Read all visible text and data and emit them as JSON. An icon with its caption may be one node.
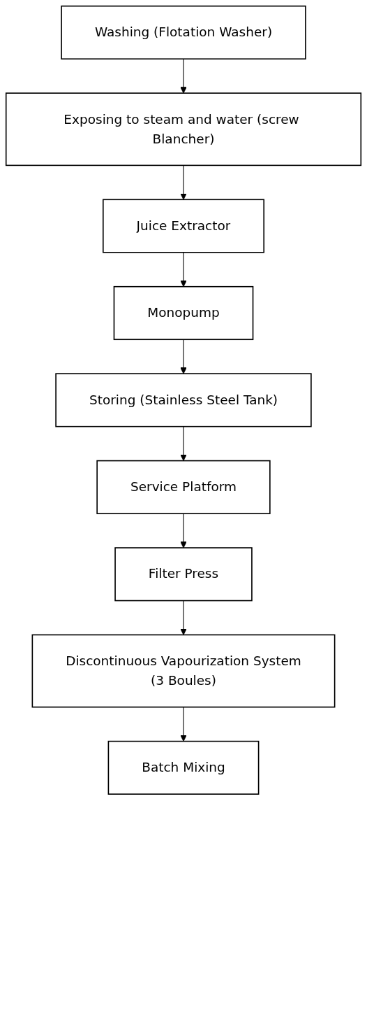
{
  "diagram": {
    "nodes": [
      {
        "text": [
          "Washing (Flotation Washer)"
        ]
      },
      {
        "text": [
          "Exposing to steam and water (screw Blancher)"
        ]
      },
      {
        "text": [
          "Juice Extractor"
        ]
      },
      {
        "text": [
          "Monopump"
        ]
      },
      {
        "text": [
          "Storing (Stainless Steel Tank)"
        ]
      },
      {
        "text": [
          "Service Platform"
        ]
      },
      {
        "text": [
          "Filter Press"
        ]
      },
      {
        "text": [
          "Discontinuous Vapourization System",
          "(3 Boules)"
        ]
      },
      {
        "text": [
          "Batch Mixing"
        ]
      }
    ],
    "edges": [
      {
        "from": 0,
        "to": 1,
        "arrow": "to"
      },
      {
        "from": 1,
        "to": 2,
        "arrow": "to"
      },
      {
        "from": 2,
        "to": 3,
        "arrow": "to"
      },
      {
        "from": 3,
        "to": 4,
        "arrow": "to"
      },
      {
        "from": 4,
        "to": 5,
        "arrow": "to"
      },
      {
        "from": 5,
        "to": 6,
        "arrow": "to"
      },
      {
        "from": 6,
        "to": 7,
        "arrow": "to"
      },
      {
        "from": 7,
        "to": 8,
        "arrow": "to"
      }
    ]
  }
}
